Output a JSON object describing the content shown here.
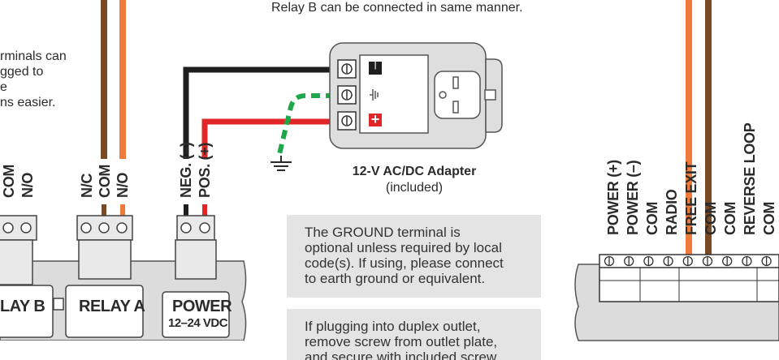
{
  "header_text": "Relay B can be connected in same manner.",
  "left_text_lines": [
    "rminals can",
    "gged to",
    "e",
    "ns easier."
  ],
  "adapter": {
    "title": "12-V AC/DC Adapter",
    "subtitle": "(included)",
    "neg_symbol": "—",
    "pos_symbol": "+"
  },
  "left_block_labels": {
    "relay_b_partial": [
      "COM",
      "N/O"
    ],
    "relay_a": [
      "N/C",
      "COM",
      "N/O"
    ],
    "power": [
      "NEG. (–)",
      "POS. (+)"
    ]
  },
  "units": {
    "relay_b": "LAY B",
    "relay_a": "RELAY A",
    "power": "POWER",
    "power_sub": "12–24 VDC"
  },
  "ground_note": [
    "The GROUND terminal is",
    "optional unless required by local",
    "code(s). If using, please connect",
    "to earth ground or equivalent."
  ],
  "outlet_note": [
    "If plugging into duplex outlet,",
    "remove screw from outlet plate,",
    "and secure with included screw."
  ],
  "right_terminal_labels": [
    "POWER (+)",
    "POWER (–)",
    "COM",
    "RADIO",
    "FREE EXIT",
    "COM",
    "COM",
    "REVERSE LOOP",
    "COM"
  ],
  "colors": {
    "brown": "#7a4a24",
    "orange": "#ee7b3a",
    "black": "#1e1e1e",
    "red": "#e02626",
    "green": "#1fa84b",
    "board": "#dcdcdc",
    "note_bg": "#e4e4e4"
  }
}
